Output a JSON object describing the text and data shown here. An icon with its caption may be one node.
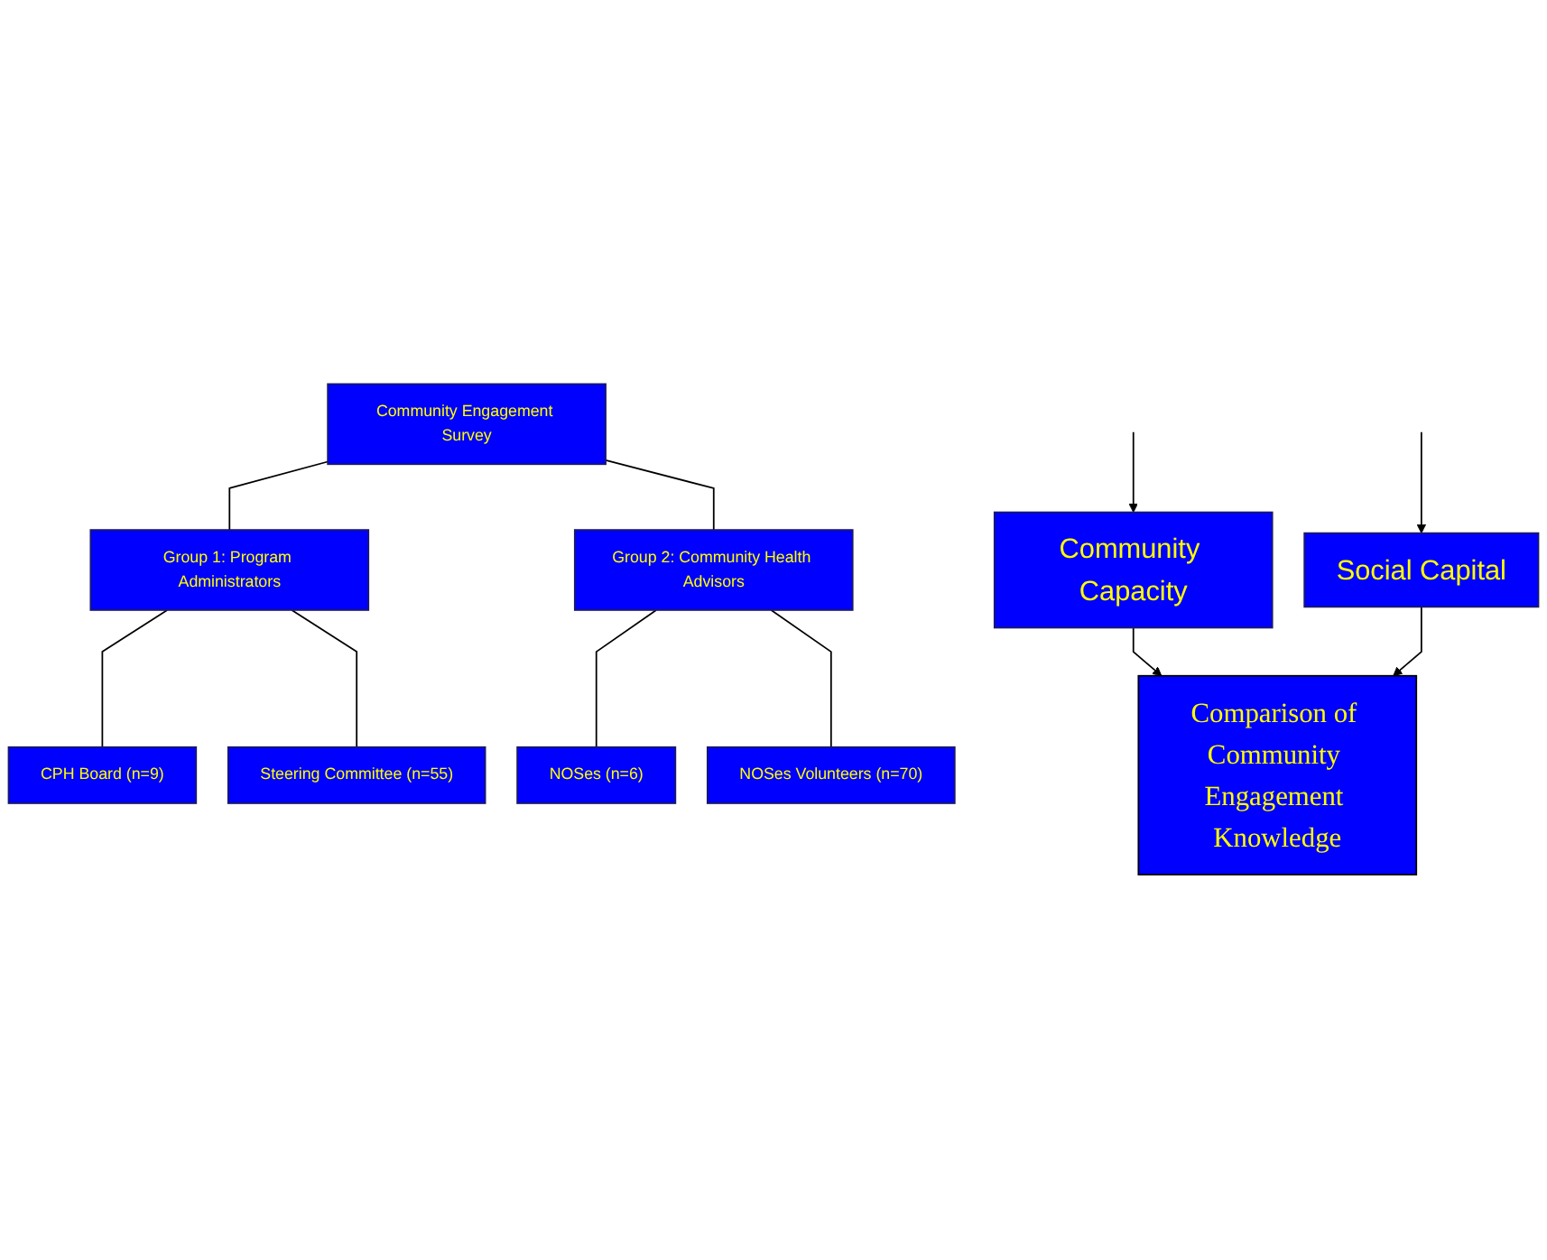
{
  "diagram": {
    "nodes": [
      {
        "text": [
          "Community Engagement Survey"
        ]
      },
      {
        "text": [
          "Group 1: Program Administrators"
        ]
      },
      {
        "text": [
          "Group 2: Community Health Advisors"
        ]
      },
      {
        "text": [
          "CPH Board (n=9)"
        ]
      },
      {
        "text": [
          "Steering Committee (n=55)"
        ]
      },
      {
        "text": [
          "NOSes (n=6)"
        ]
      },
      {
        "text": [
          "NOSes Volunteers (n=70)"
        ]
      },
      {
        "text": [
          "Community Capacity"
        ]
      },
      {
        "text": [
          "Social Capital"
        ]
      },
      {
        "text": [
          "Comparison of Community Engagement Knowledge"
        ]
      }
    ],
    "edges": [
      {
        "from": 0,
        "to": 1,
        "arrow": "none"
      },
      {
        "from": 0,
        "to": 2,
        "arrow": "none"
      },
      {
        "from": 1,
        "to": 3,
        "arrow": "none"
      },
      {
        "from": 1,
        "to": 4,
        "arrow": "none"
      },
      {
        "from": 2,
        "to": 5,
        "arrow": "none"
      },
      {
        "from": 2,
        "to": 6,
        "arrow": "none"
      },
      {
        "from": null,
        "to": 7,
        "arrow": "to"
      },
      {
        "from": null,
        "to": 8,
        "arrow": "to"
      },
      {
        "from": 7,
        "to": 9,
        "arrow": "to"
      },
      {
        "from": 8,
        "to": 9,
        "arrow": "to"
      }
    ]
  }
}
